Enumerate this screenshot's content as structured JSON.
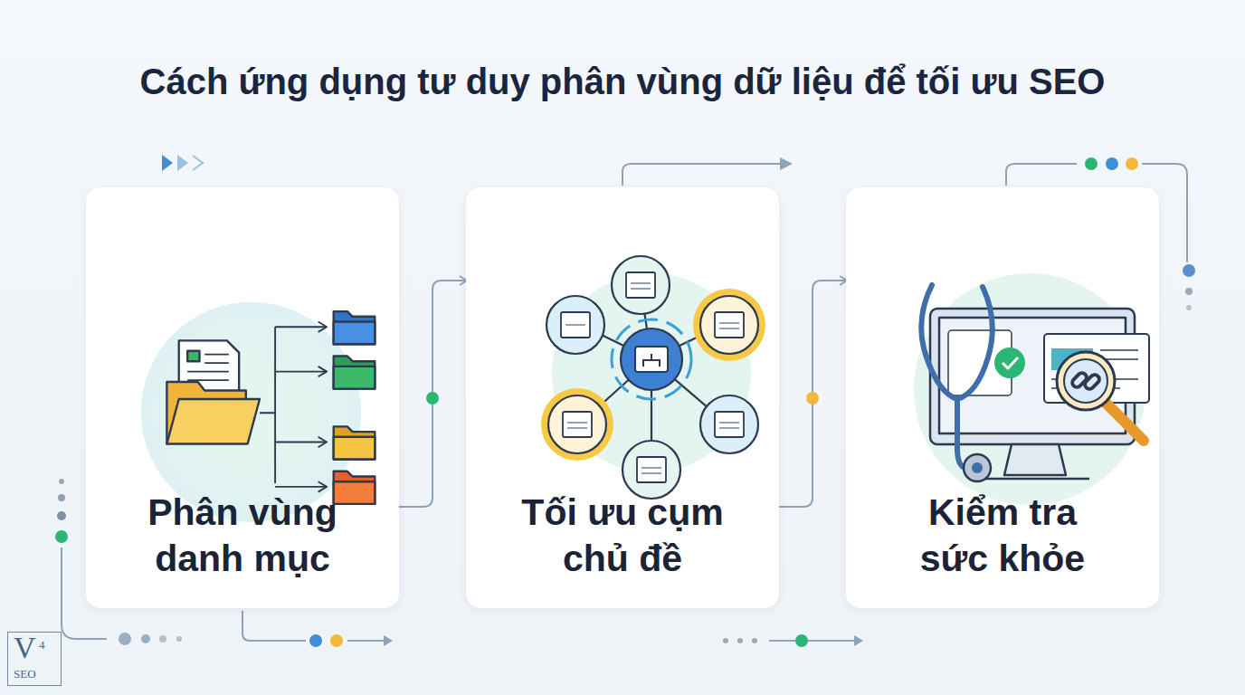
{
  "diagram": {
    "title": "Cách ứng dụng tư duy phân vùng dữ liệu để tối ưu SEO",
    "nodes": [
      {
        "text": [
          "Phân vùng danh mục"
        ]
      },
      {
        "text": [
          "Tối ưu cụm chủ đề"
        ]
      },
      {
        "text": [
          "Kiểm tra sức khỏe"
        ]
      }
    ],
    "edges": [
      {
        "from": 0,
        "to": 1,
        "arrow": "to"
      },
      {
        "from": 1,
        "to": 2,
        "arrow": "to"
      }
    ],
    "labels": [
      "V",
      "4",
      "SEO"
    ]
  }
}
